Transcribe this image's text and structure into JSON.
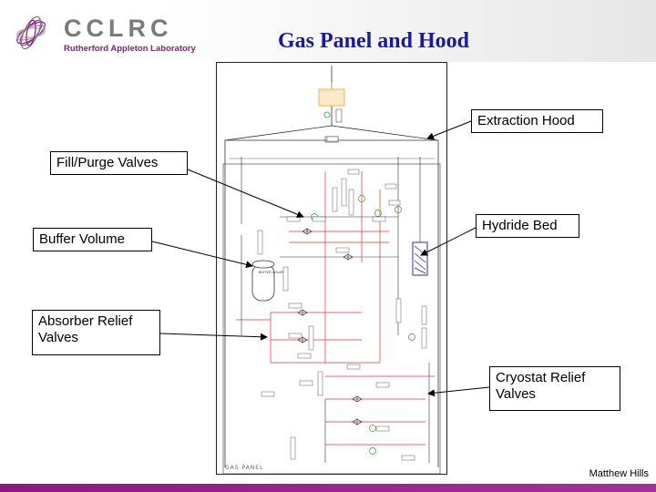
{
  "header": {
    "logo_text": "CCLRC",
    "logo_subtitle": "Rutherford Appleton Laboratory",
    "title": "Gas Panel and Hood"
  },
  "callouts": {
    "extraction_hood": "Extraction Hood",
    "fill_purge": "Fill/Purge Valves",
    "hydride_bed": "Hydride Bed",
    "buffer_volume": "Buffer Volume",
    "absorber_relief_1": "Absorber Relief",
    "absorber_relief_2": "Valves",
    "cryostat_relief_1": "Cryostat Relief",
    "cryostat_relief_2": "Valves"
  },
  "drawing": {
    "panel_label": "GAS PANEL",
    "buffer_label": "BUFFER VOLUME",
    "colors": {
      "line": "#333333",
      "red": "#e03030",
      "green": "#2aa02a",
      "orange": "#f0a030",
      "blue": "#2a2ab0"
    }
  },
  "footer": {
    "author": "Matthew Hills"
  }
}
